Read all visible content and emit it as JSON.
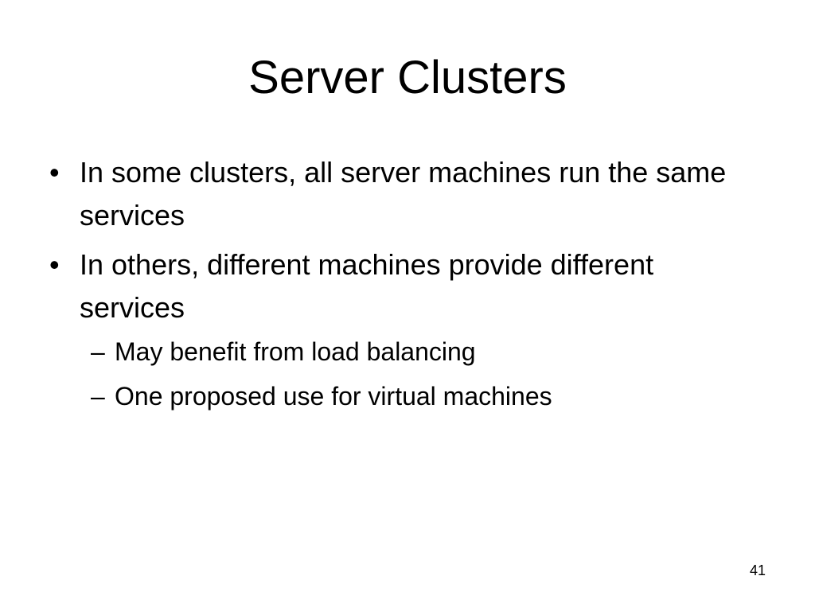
{
  "slide": {
    "title": "Server Clusters",
    "bullets": [
      {
        "marker": "•",
        "text": "In some clusters, all server machines run the same services"
      },
      {
        "marker": "•",
        "text": "In others, different machines provide different services"
      }
    ],
    "sub_bullets": [
      {
        "marker": "–",
        "text": "May benefit from load balancing"
      },
      {
        "marker": "–",
        "text": "One proposed use for virtual machines"
      }
    ],
    "page_number": "41"
  }
}
